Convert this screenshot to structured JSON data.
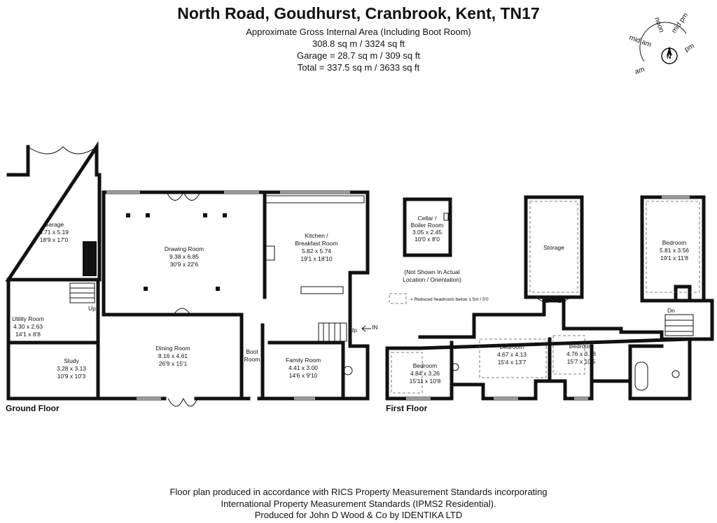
{
  "header": {
    "title": "North Road, Goudhurst, Cranbrook, Kent, TN17",
    "area_label": "Approximate Gross Internal Area (Including Boot Room)",
    "area_main": "308.8 sq m / 3324 sq ft",
    "area_garage": "Garage = 28.7 sq m / 309 sq ft",
    "area_total": "Total = 337.5 sq m / 3633 sq ft"
  },
  "compass": {
    "labels": [
      "mid pm",
      "noon",
      "mid am",
      "pm",
      "am"
    ],
    "north": "N"
  },
  "ground_floor": {
    "label": "Ground Floor",
    "rooms": [
      {
        "name": "Garage",
        "metric": "5.71 x 5.19",
        "imperial": "18'9 x 17'0"
      },
      {
        "name": "Drawing Room",
        "metric": "9.38 x 6.85",
        "imperial": "30'9 x 22'6"
      },
      {
        "name": "Kitchen /",
        "name2": "Breakfast Room",
        "metric": "5.82 x 5.74",
        "imperial": "19'1 x 18'10"
      },
      {
        "name": "Utility Room",
        "metric": "4.30 x 2.63",
        "imperial": "14'1 x 8'8"
      },
      {
        "name": "Study",
        "metric": "3.28 x 3.13",
        "imperial": "10'9 x 10'3"
      },
      {
        "name": "Dining Room",
        "metric": "8.16 x 4.61",
        "imperial": "26'9 x 15'1"
      },
      {
        "name": "Boot",
        "name2": "Room"
      },
      {
        "name": "Family Room",
        "metric": "4.41 x 3.00",
        "imperial": "14'6 x 9'10"
      }
    ],
    "up_labels": [
      "Up",
      "Up"
    ],
    "entrance": "IN"
  },
  "cellar": {
    "name": "Cellar /",
    "name2": "Boiler Room",
    "metric": "3.05 x 2.45",
    "imperial": "10'0 x 8'0",
    "note1": "(Not Shown In Actual",
    "note2": "Location / Orientation)",
    "legend": "= Reduced headroom below 1.5m / 5'0"
  },
  "first_floor": {
    "label": "First Floor",
    "rooms": [
      {
        "name": "Storage"
      },
      {
        "name": "Bedroom",
        "metric": "5.81 x 3.56",
        "imperial": "19'1 x 11'8"
      },
      {
        "name": "Bedroom",
        "metric": "4.67 x 4.13",
        "imperial": "15'4 x 13'7"
      },
      {
        "name": "Bedroom",
        "metric": "4.76 x 3.18",
        "imperial": "15'7 x 10'5"
      },
      {
        "name": "Bedroom",
        "metric": "4.84 x 3.26",
        "imperial": "15'11 x 10'8"
      }
    ],
    "down_label": "Dn"
  },
  "footer": {
    "line1": "Floor plan produced in accordance with RICS Property Measurement Standards incorporating",
    "line2": "International Property Measurement Standards (IPMS2 Residential).",
    "line3": "Produced for John D Wood & Co by IDENTIKA LTD"
  }
}
